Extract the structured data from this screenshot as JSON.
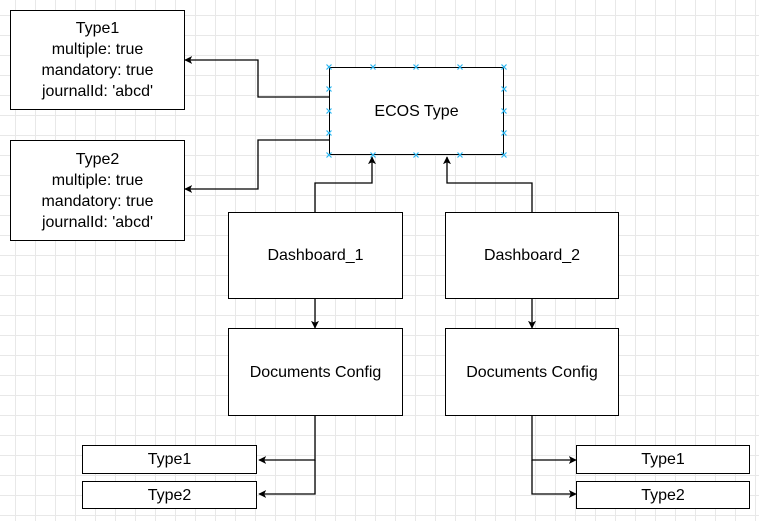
{
  "nodes": {
    "ecos_type": {
      "label": "ECOS Type"
    },
    "type1_props": {
      "lines": [
        "Type1",
        "multiple: true",
        "mandatory: true",
        "journalId: 'abcd'"
      ]
    },
    "type2_props": {
      "lines": [
        "Type2",
        "multiple: true",
        "mandatory: true",
        "journalId: 'abcd'"
      ]
    },
    "dashboard_1": {
      "label": "Dashboard_1"
    },
    "dashboard_2": {
      "label": "Dashboard_2"
    },
    "documents_config_1": {
      "label": "Documents Config"
    },
    "documents_config_2": {
      "label": "Documents Config"
    },
    "left_type1": {
      "label": "Type1"
    },
    "left_type2": {
      "label": "Type2"
    },
    "right_type1": {
      "label": "Type1"
    },
    "right_type2": {
      "label": "Type2"
    }
  },
  "edges": [
    {
      "from": "ecos_type",
      "to": "type1_props"
    },
    {
      "from": "ecos_type",
      "to": "type2_props"
    },
    {
      "from": "dashboard_1",
      "to": "ecos_type"
    },
    {
      "from": "dashboard_2",
      "to": "ecos_type"
    },
    {
      "from": "dashboard_1",
      "to": "documents_config_1"
    },
    {
      "from": "dashboard_2",
      "to": "documents_config_2"
    },
    {
      "from": "documents_config_1",
      "to": "left_type1"
    },
    {
      "from": "documents_config_1",
      "to": "left_type2"
    },
    {
      "from": "documents_config_2",
      "to": "right_type1"
    },
    {
      "from": "documents_config_2",
      "to": "right_type2"
    }
  ],
  "colors": {
    "stroke": "#000000",
    "selection_handle": "#29b6f2",
    "grid": "#e8e8e8"
  }
}
